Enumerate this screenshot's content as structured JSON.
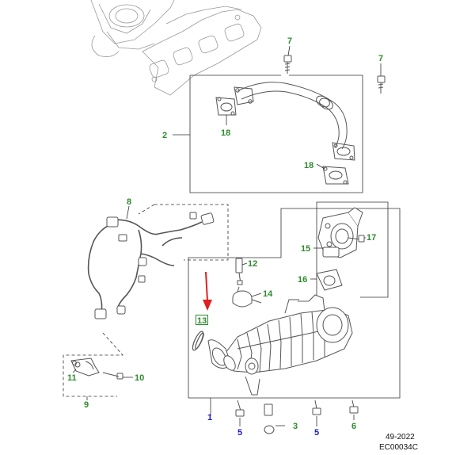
{
  "callouts": {
    "c1": "1",
    "c2": "2",
    "c3": "3",
    "c5a": "5",
    "c5b": "5",
    "c6": "6",
    "c7a": "7",
    "c7b": "7",
    "c8": "8",
    "c9": "9",
    "c10": "10",
    "c11": "11",
    "c12": "12",
    "c13": "13",
    "c14": "14",
    "c15": "15",
    "c16": "16",
    "c17": "17",
    "c18a": "18",
    "c18b": "18"
  },
  "colors": {
    "green_callout": "#2e8b2e",
    "blue_callout": "#1a1acc",
    "highlight_arrow": "#e02020",
    "leader_line": "#333333",
    "part_line": "#555555"
  },
  "footer": {
    "date": "49-2022",
    "ref_code": "EC00034C"
  }
}
